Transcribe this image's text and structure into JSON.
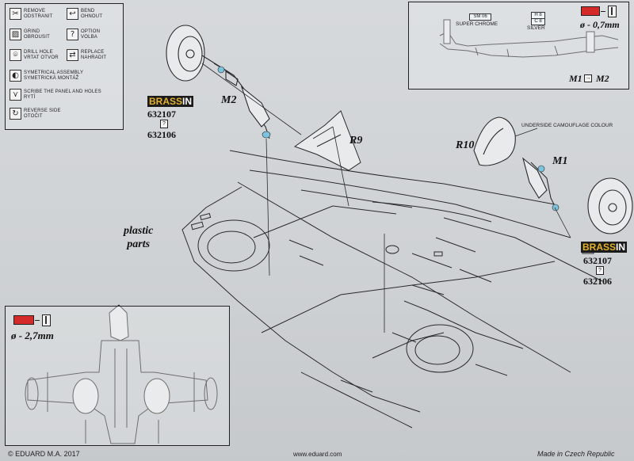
{
  "legend": [
    {
      "icon_name": "remove-icon",
      "glyph": "✂",
      "text": "REMOVE\nODSTRANIT"
    },
    {
      "icon_name": "bend-icon",
      "glyph": "↩",
      "text": "BEND\nOHNOUT"
    },
    {
      "icon_name": "grind-icon",
      "glyph": "▨",
      "text": "GRIND\nOBROUSIT"
    },
    {
      "icon_name": "option-icon",
      "glyph": "?",
      "text": "OPTION\nVOLBA"
    },
    {
      "icon_name": "drill-icon",
      "glyph": "⌾",
      "text": "DRILL HOLE\nVRTAT OTVOR"
    },
    {
      "icon_name": "replace-icon",
      "glyph": "⇄",
      "text": "REPLACE\nNAHRADIT"
    },
    {
      "icon_name": "symmetry-icon",
      "glyph": "◐",
      "text": "SYMETRICAL ASSEMBLY\nSYMETRICKÁ MONTÁŽ"
    },
    {
      "icon_name": "scribe-icon",
      "glyph": "⋎",
      "text": "SCRIBE THE PANEL AND HOLES\nRYTÍ"
    },
    {
      "icon_name": "reverse-icon",
      "glyph": "↻",
      "text": "REVERSE SIDE\nOTOČIT"
    }
  ],
  "labels": {
    "m2_left": "M2",
    "r9": "R9",
    "r10": "R10",
    "m1_right": "M1",
    "plastic_parts": "plastic\nparts",
    "underside_note": "UNDERSIDE CAMOUFLAGE COLOUR"
  },
  "brassin_left": {
    "brand_a": "BRASS",
    "brand_b": "IN",
    "code1": "632107",
    "q": "?",
    "code2": "632106"
  },
  "brassin_right": {
    "brand_a": "BRASS",
    "brand_b": "IN",
    "code1": "632107",
    "q": "?",
    "code2": "632106"
  },
  "inset_top_right": {
    "sm06": "SM 06",
    "super_chrome": "SUPER CHROME",
    "h8": "H 8",
    "c8": "C 8",
    "silver": "SILVER",
    "drill": "ø - 0,7mm",
    "m1": "M1",
    "m2": "M2"
  },
  "inset_bottom_left": {
    "drill": "ø - 2,7mm"
  },
  "footer": {
    "left": "© EDUARD  M.A. 2017",
    "center": "www.eduard.com",
    "right": "Made in Czech Republic"
  },
  "colors": {
    "drill_red": "#d42a2a",
    "brassin_gold": "#e3b12b",
    "tag_blue": "#6aa9c2"
  }
}
